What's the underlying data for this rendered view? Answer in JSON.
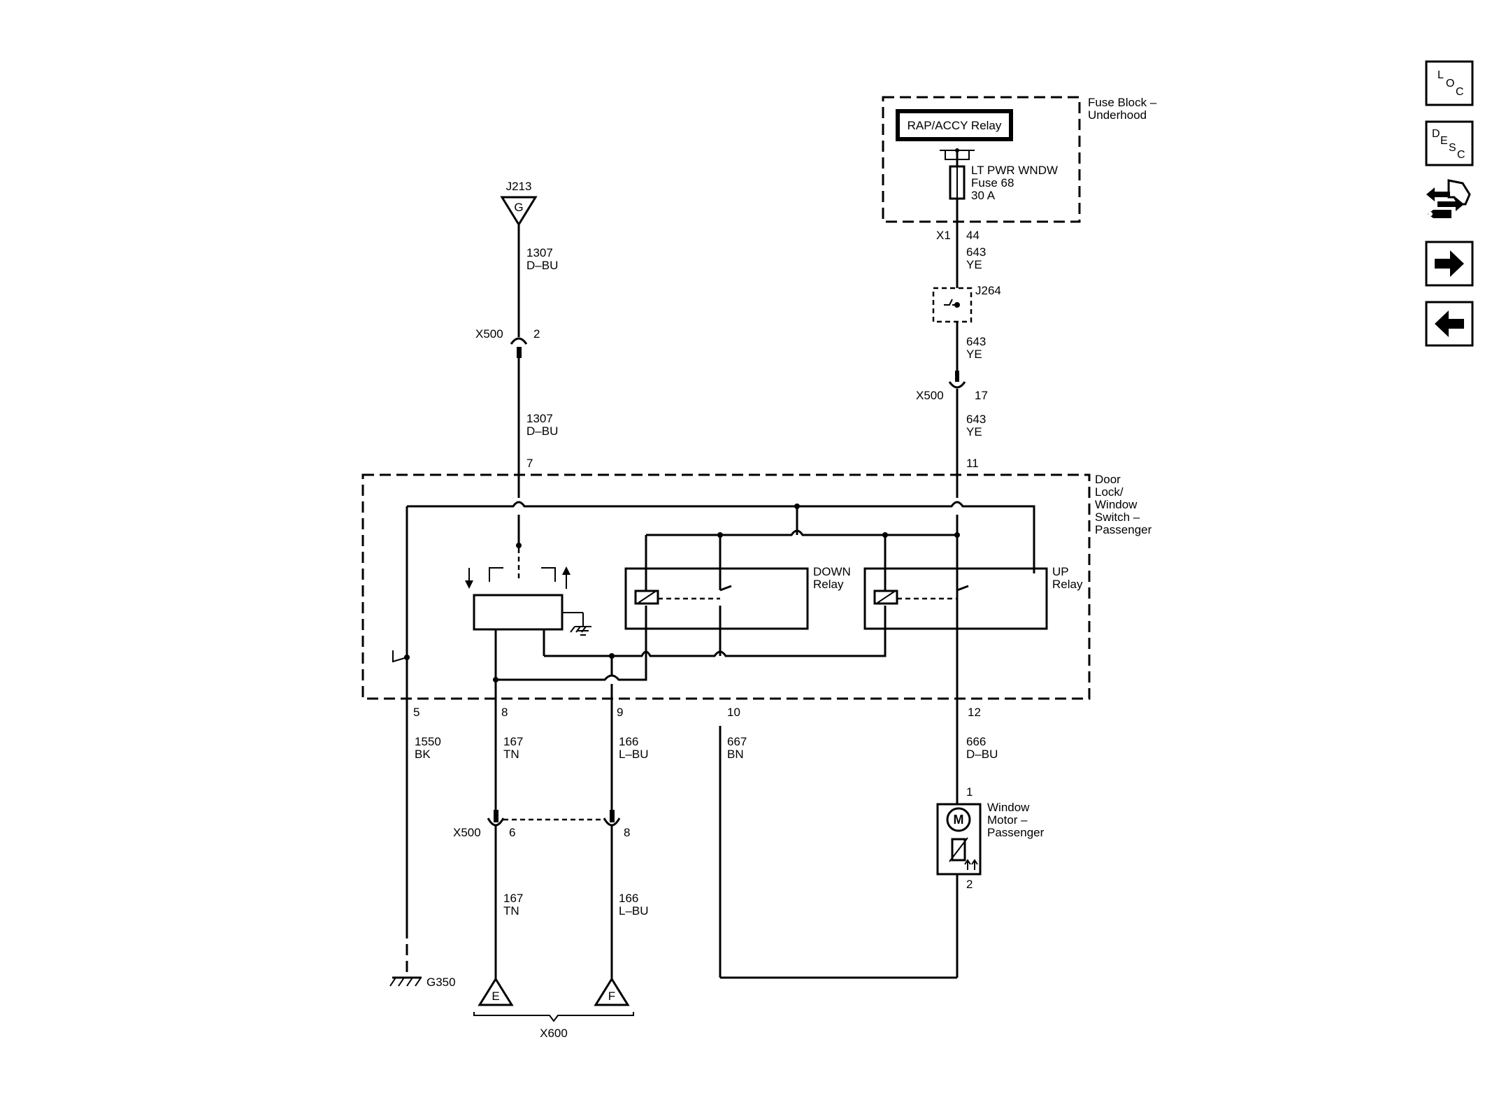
{
  "fuse_block": {
    "title_line1": "Fuse Block –",
    "title_line2": "Underhood",
    "relay": "RAP/ACCY Relay",
    "fuse_name": "LT PWR WNDW",
    "fuse_id": "Fuse 68",
    "fuse_rating": "30 A",
    "conn": "X1",
    "pin": "44"
  },
  "j213": {
    "label": "J213",
    "letter": "G"
  },
  "j264": {
    "label": "J264"
  },
  "wires": {
    "w1307_a": {
      "circuit": "1307",
      "color": "D–BU"
    },
    "w1307_b": {
      "circuit": "1307",
      "color": "D–BU"
    },
    "w643_a": {
      "circuit": "643",
      "color": "YE"
    },
    "w643_b": {
      "circuit": "643",
      "color": "YE"
    },
    "w643_c": {
      "circuit": "643",
      "color": "YE"
    },
    "w1550": {
      "circuit": "1550",
      "color": "BK"
    },
    "w167_a": {
      "circuit": "167",
      "color": "TN"
    },
    "w166_a": {
      "circuit": "166",
      "color": "L–BU"
    },
    "w667": {
      "circuit": "667",
      "color": "BN"
    },
    "w666": {
      "circuit": "666",
      "color": "D–BU"
    },
    "w167_b": {
      "circuit": "167",
      "color": "TN"
    },
    "w166_b": {
      "circuit": "166",
      "color": "L–BU"
    }
  },
  "connectors": {
    "x500_top": {
      "name": "X500",
      "pin": "2"
    },
    "x500_right": {
      "name": "X500",
      "pin": "17"
    },
    "x500_bottom": {
      "name": "X500",
      "pin_left": "6",
      "pin_right": "8"
    }
  },
  "switch": {
    "title": [
      "Door",
      "Lock/",
      "Window",
      "Switch –",
      "Passenger"
    ],
    "pins": {
      "p7": "7",
      "p11": "11",
      "p5": "5",
      "p8": "8",
      "p9": "9",
      "p10": "10",
      "p12": "12"
    },
    "down_relay": [
      "DOWN",
      "Relay"
    ],
    "up_relay": [
      "UP",
      "Relay"
    ]
  },
  "motor": {
    "title": [
      "Window",
      "Motor –",
      "Passenger"
    ],
    "symbol": "M",
    "pin_top": "1",
    "pin_bottom": "2"
  },
  "ground": {
    "label": "G350"
  },
  "offpage": {
    "e": "E",
    "f": "F",
    "connector": "X600"
  },
  "nav": {
    "loc": [
      "L",
      "O",
      "C"
    ],
    "desc": [
      "D",
      "E",
      "S",
      "C"
    ],
    "icons": [
      "connector-swap-icon",
      "arrow-right-icon",
      "arrow-left-icon"
    ]
  }
}
